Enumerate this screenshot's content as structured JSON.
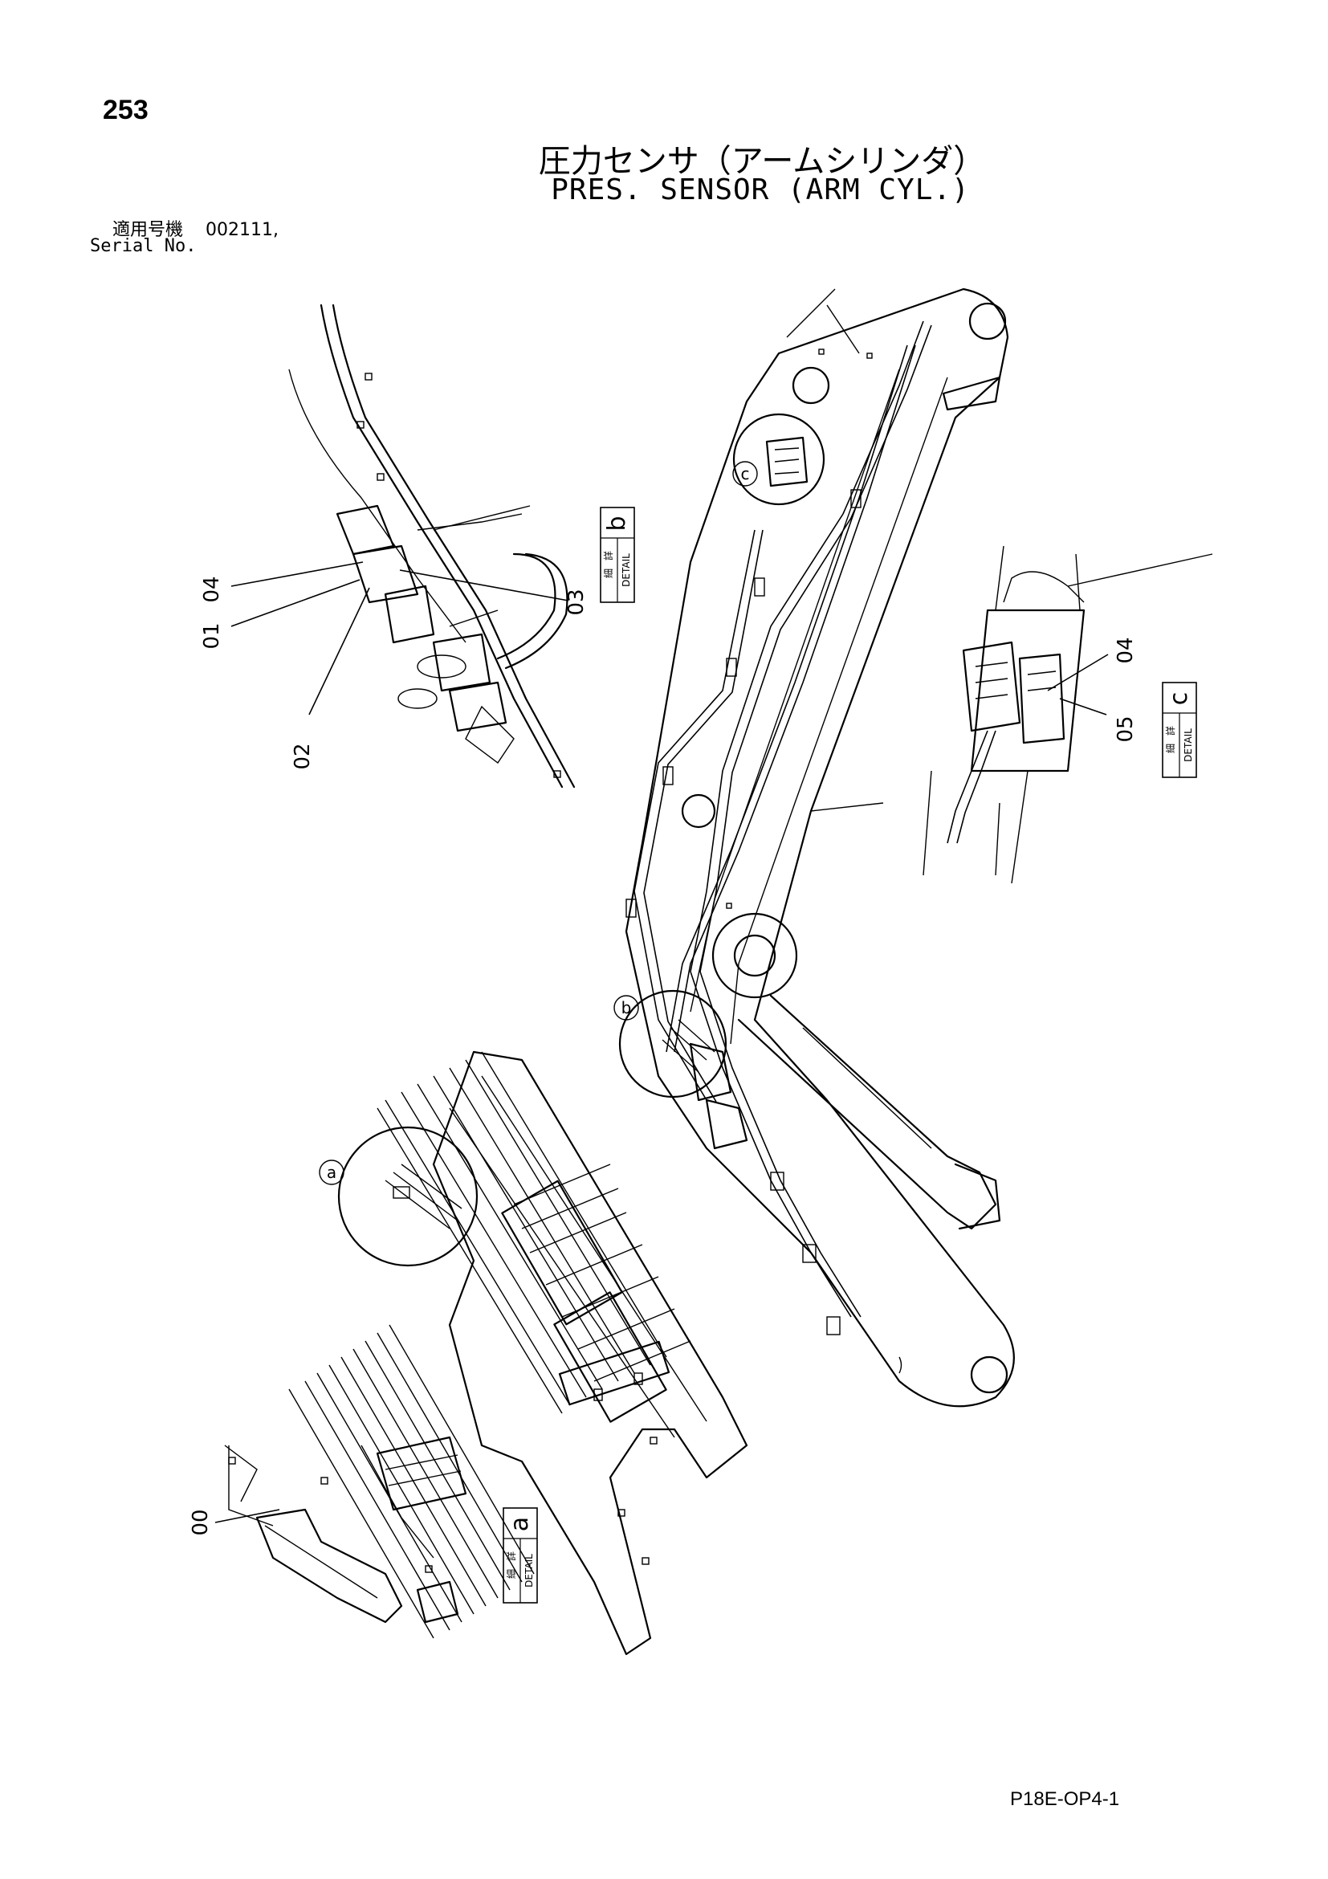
{
  "header": {
    "page_number": "253",
    "title_jp": "圧力センサ（アームシリンダ）",
    "title_en": "PRES. SENSOR (ARM CYL.)",
    "serial_label_jp": "適用号機",
    "serial_value": "002111,",
    "serial_label_en": "Serial No."
  },
  "details": [
    {
      "kanji_top": "詳",
      "kanji_bottom": "細",
      "word": "DETAIL",
      "letter": "a"
    },
    {
      "kanji_top": "詳",
      "kanji_bottom": "細",
      "word": "DETAIL",
      "letter": "b"
    },
    {
      "kanji_top": "詳",
      "kanji_bottom": "細",
      "word": "DETAIL",
      "letter": "c"
    }
  ],
  "circle_callouts": [
    "a",
    "b",
    "c"
  ],
  "part_labels": {
    "detail_b": [
      "04",
      "01",
      "02",
      "03"
    ],
    "detail_c": [
      "04",
      "05"
    ],
    "detail_a": [
      "00"
    ]
  },
  "footer": {
    "doc_code": "P18E-OP4-1"
  }
}
